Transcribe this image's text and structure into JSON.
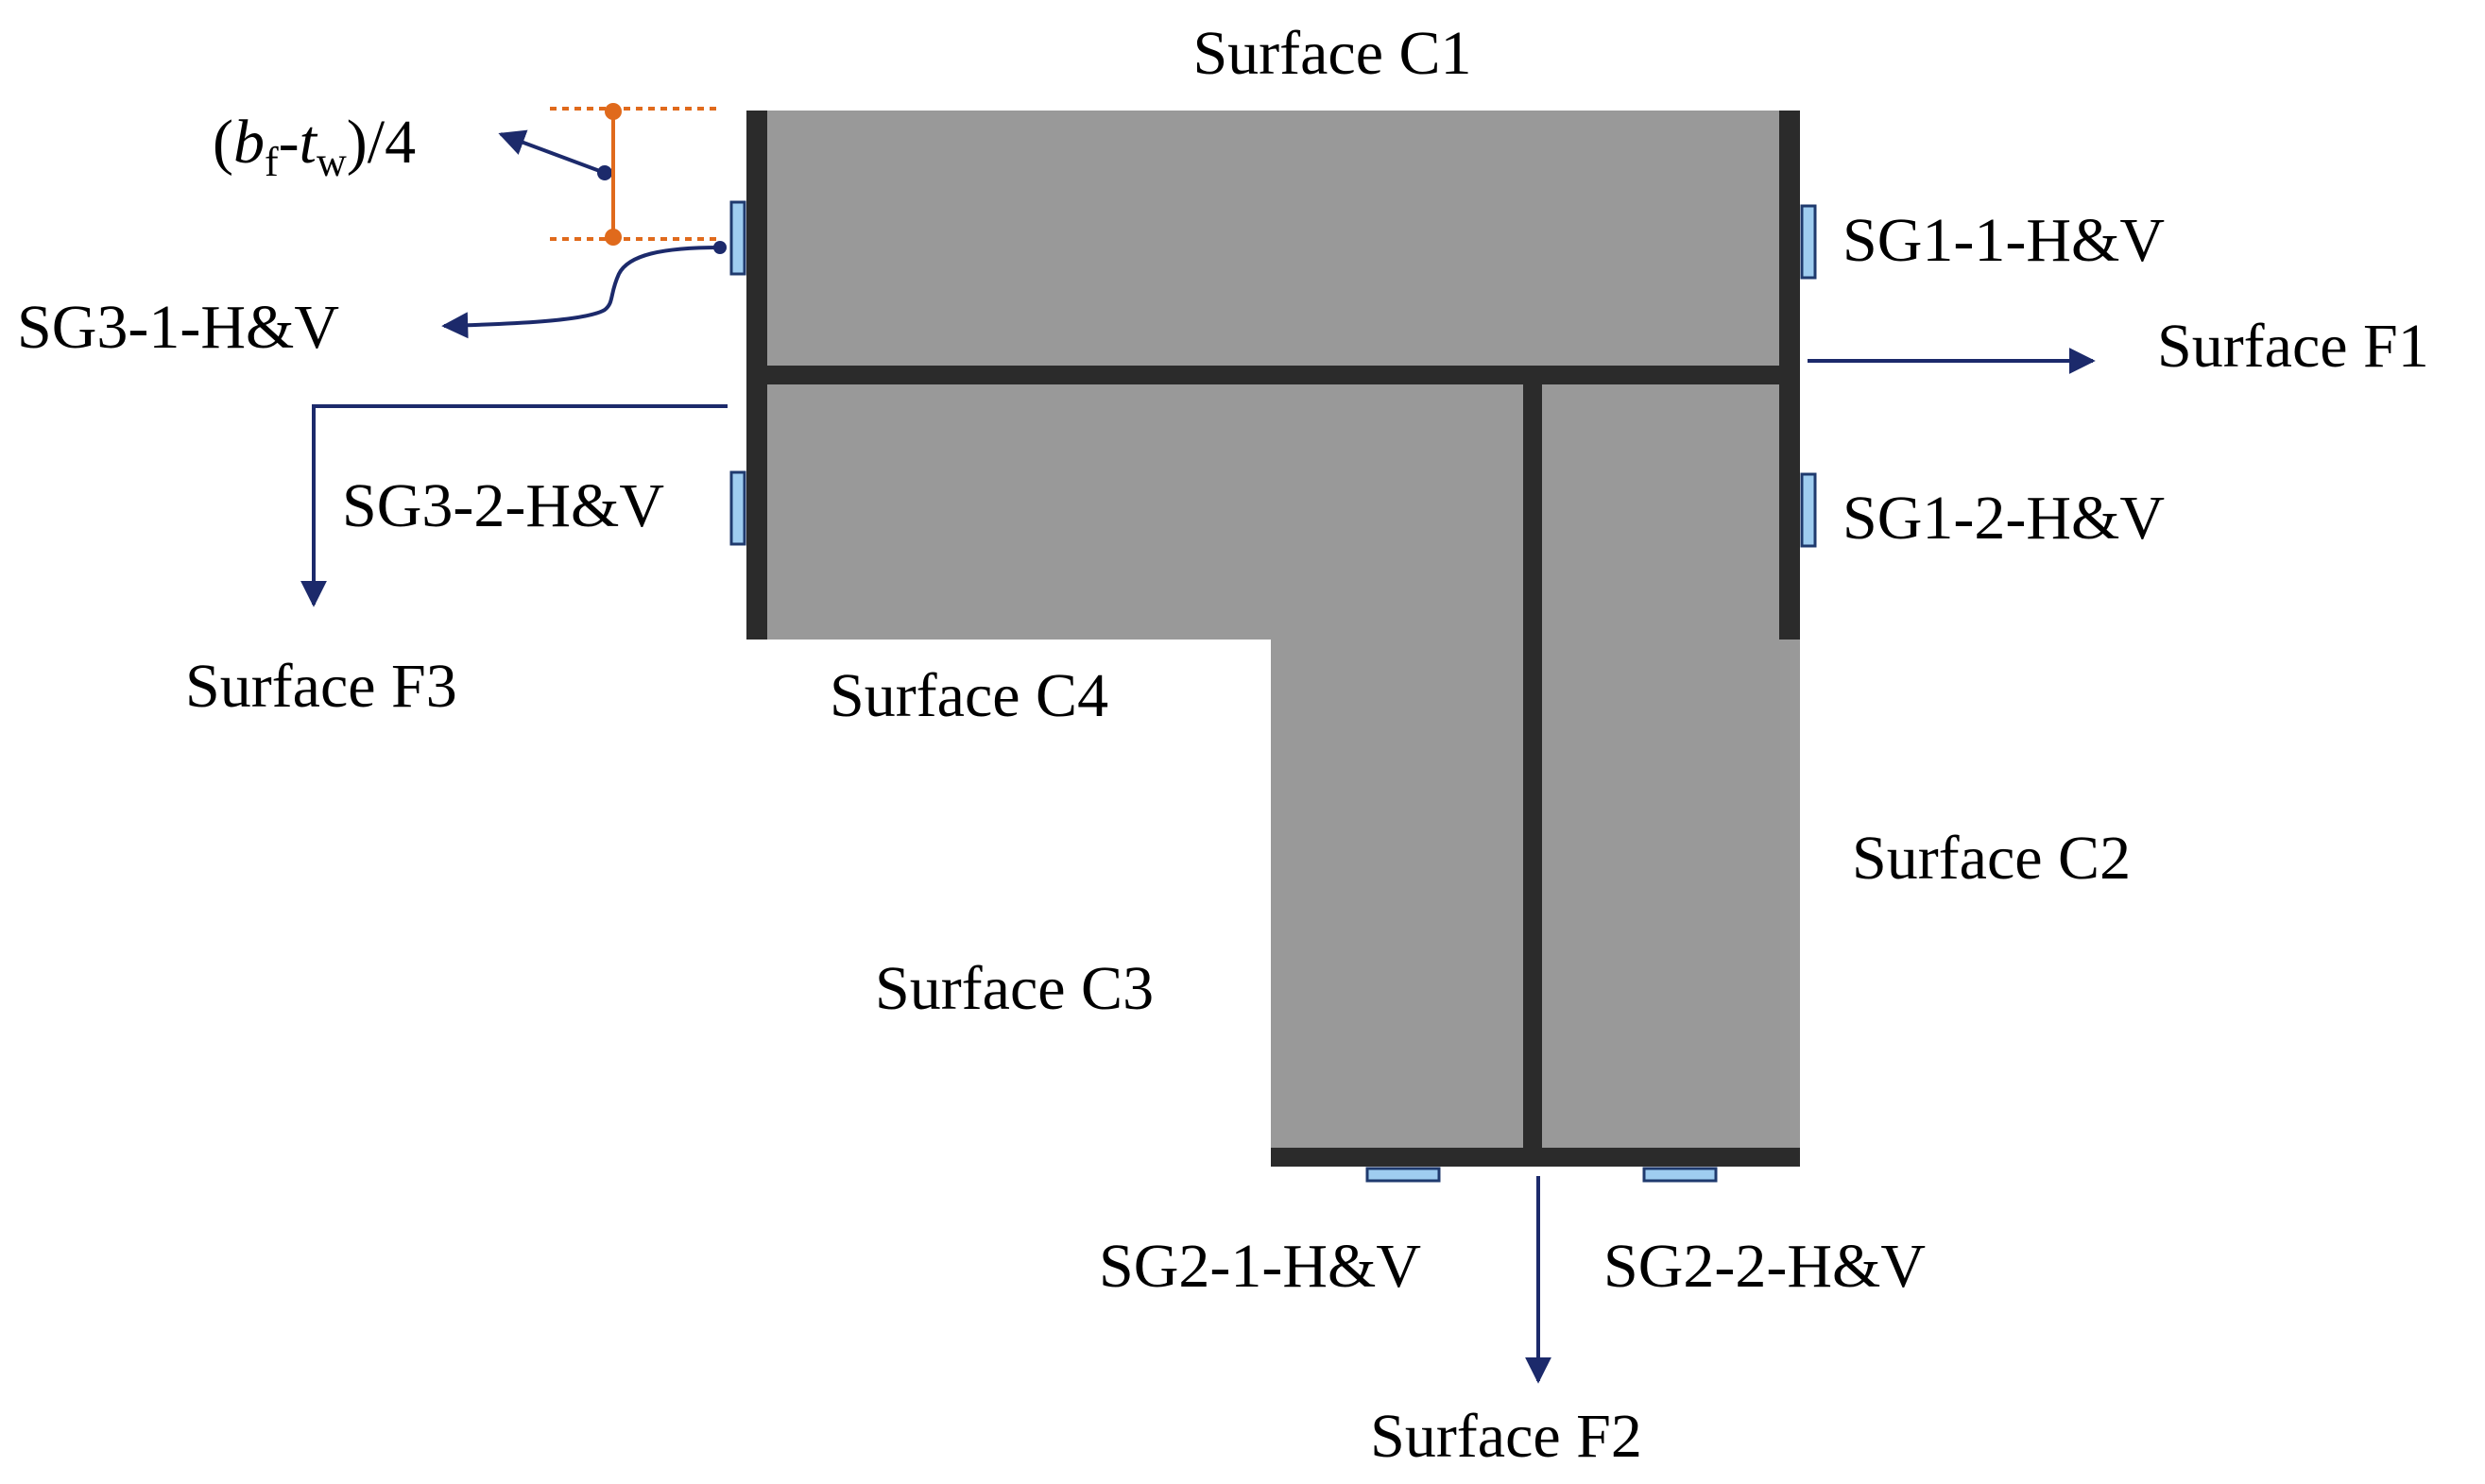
{
  "labels": {
    "surface_c1": "Surface C1",
    "surface_c2": "Surface C2",
    "surface_c3": "Surface C3",
    "surface_c4": "Surface C4",
    "surface_f1": "Surface F1",
    "surface_f2": "Surface F2",
    "surface_f3": "Surface F3",
    "sg1_1": "SG1-1-H&V",
    "sg1_2": "SG1-2-H&V",
    "sg2_1": "SG2-1-H&V",
    "sg2_2": "SG2-2-H&V",
    "sg3_1": "SG3-1-H&V",
    "sg3_2": "SG3-2-H&V"
  },
  "dimension": {
    "open": "(",
    "b": "b",
    "b_sub": "f",
    "minus": "-",
    "t": "t",
    "t_sub": "w",
    "close": ")/4"
  },
  "colors": {
    "concrete": "#999999",
    "steel": "#2b2b2b",
    "gauge_fill": "#9fcdf0",
    "gauge_stroke": "#1f3a6e",
    "arrow": "#1c2a6b",
    "dimension": "#e06a1c"
  }
}
